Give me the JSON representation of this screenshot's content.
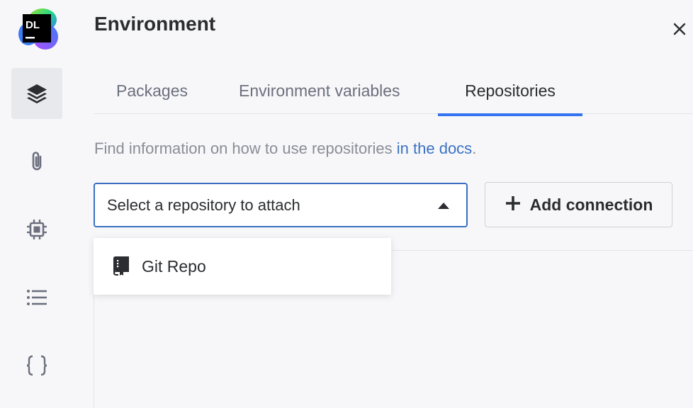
{
  "app": {
    "logo_text": "DL"
  },
  "sidebar": {
    "items": [
      {
        "icon": "layers-icon",
        "active": true
      },
      {
        "icon": "paperclip-icon",
        "active": false
      },
      {
        "icon": "chip-icon",
        "active": false
      },
      {
        "icon": "list-icon",
        "active": false
      },
      {
        "icon": "braces-icon",
        "active": false
      }
    ]
  },
  "header": {
    "title": "Environment",
    "close_icon": "close-icon"
  },
  "tabs": [
    {
      "label": "Packages",
      "active": false
    },
    {
      "label": "Environment variables",
      "active": false
    },
    {
      "label": "Repositories",
      "active": true
    }
  ],
  "info": {
    "text": "Find information on how to use repositories ",
    "link_text": "in the docs",
    "suffix": "."
  },
  "repo_select": {
    "placeholder": "Select a repository to attach",
    "state": "open"
  },
  "add_connection": {
    "label": "Add connection",
    "icon": "plus-icon"
  },
  "dropdown": {
    "options": [
      {
        "label": "Git Repo",
        "icon": "git-repo-icon"
      }
    ]
  },
  "colors": {
    "accent": "#3574f0",
    "link": "#3a72c4",
    "select_border": "#3a6fc0",
    "background": "#f7f7f9"
  }
}
